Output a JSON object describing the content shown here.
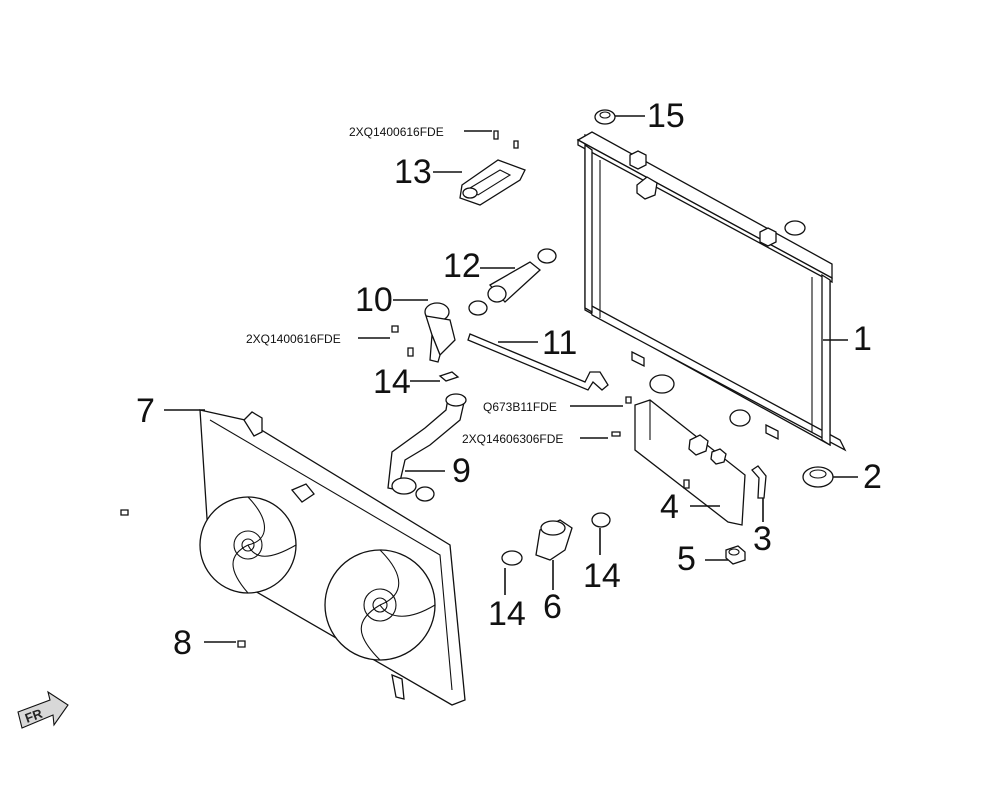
{
  "callouts": [
    {
      "id": "c1",
      "label": "1"
    },
    {
      "id": "c2",
      "label": "2"
    },
    {
      "id": "c3",
      "label": "3"
    },
    {
      "id": "c4",
      "label": "4"
    },
    {
      "id": "c5",
      "label": "5"
    },
    {
      "id": "c6",
      "label": "6"
    },
    {
      "id": "c7",
      "label": "7"
    },
    {
      "id": "c8",
      "label": "8"
    },
    {
      "id": "c9",
      "label": "9"
    },
    {
      "id": "c10",
      "label": "10"
    },
    {
      "id": "c11",
      "label": "11"
    },
    {
      "id": "c12",
      "label": "12"
    },
    {
      "id": "c13",
      "label": "13"
    },
    {
      "id": "c14a",
      "label": "14"
    },
    {
      "id": "c14b",
      "label": "14"
    },
    {
      "id": "c14c",
      "label": "14"
    },
    {
      "id": "c15",
      "label": "15"
    }
  ],
  "part_codes": [
    {
      "id": "p1",
      "label": "2XQ1400616FDE"
    },
    {
      "id": "p2",
      "label": "2XQ1400616FDE"
    },
    {
      "id": "p3",
      "label": "Q673B11FDE"
    },
    {
      "id": "p4",
      "label": "2XQ14606306FDE"
    }
  ],
  "direction_indicator": {
    "label": "FR"
  }
}
